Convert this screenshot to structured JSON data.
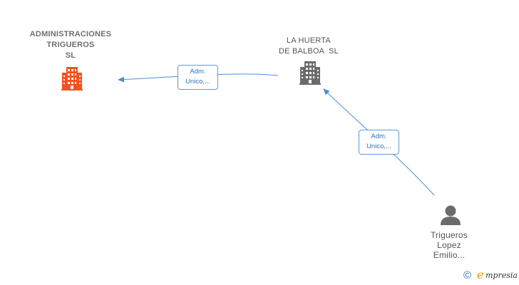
{
  "nodes": {
    "company_main": {
      "name_lines": [
        "ADMINISTRACIONES",
        "TRIGUEROS",
        "SL"
      ],
      "icon": "building-icon",
      "color": "#f4511e"
    },
    "company_mid": {
      "name_lines": [
        "LA HUERTA",
        "DE BALBOA  SL"
      ],
      "icon": "building-icon",
      "color": "#6b6b6b"
    },
    "person": {
      "name_lines": [
        "Trigueros",
        "Lopez",
        "Emilio..."
      ],
      "icon": "person-icon",
      "color": "#6b6b6b"
    }
  },
  "edges": [
    {
      "from": "company_mid",
      "to": "company_main",
      "label_lines": [
        "Adm.",
        "Unico,..."
      ]
    },
    {
      "from": "person",
      "to": "company_mid",
      "label_lines": [
        "Adm.",
        "Unico,..."
      ]
    }
  ],
  "edge_color": "#4a90d9",
  "footer": {
    "copyright_symbol": "©",
    "brand_initial": "e",
    "brand_rest": "mpresia"
  }
}
